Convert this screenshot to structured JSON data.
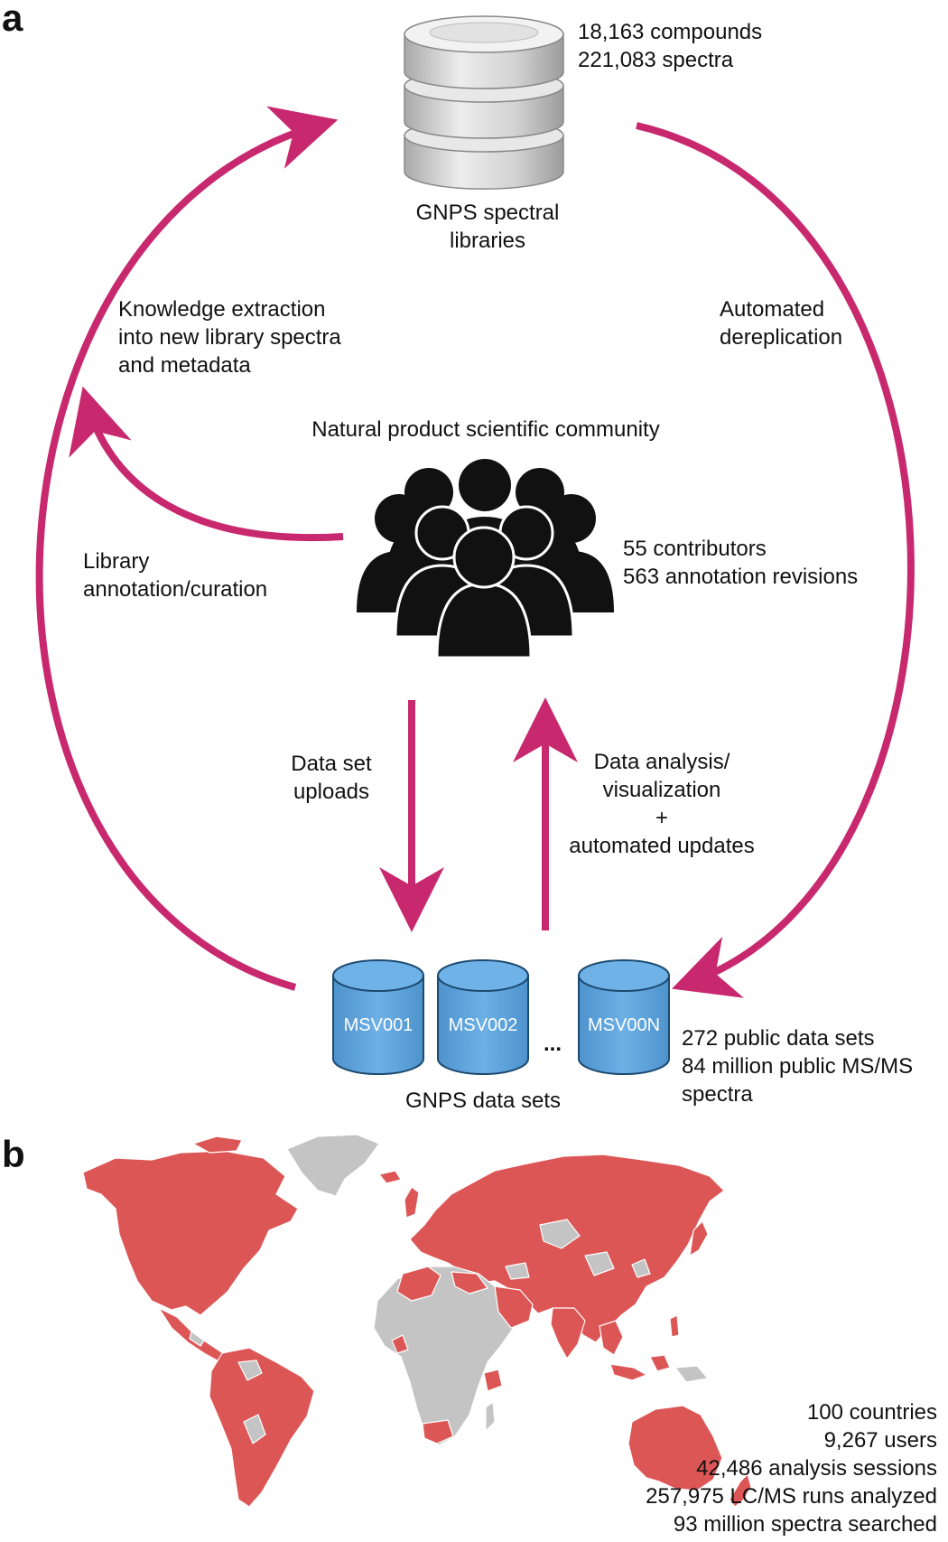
{
  "colors": {
    "arrow": "#c8286e",
    "cylinder_blue": "#5ba3dc",
    "map_active": "#dd5656",
    "map_inactive": "#c4c4c4",
    "database_gray": "#d8d8d8"
  },
  "panel_a": {
    "label": "a",
    "library": {
      "stats": [
        "18,163 compounds",
        "221,083 spectra"
      ],
      "caption": [
        "GNPS spectral",
        "libraries"
      ],
      "icon": "database-icon"
    },
    "knowledge_extraction": [
      "Knowledge extraction",
      "into new library spectra",
      "and metadata"
    ],
    "automated_dereplication": [
      "Automated",
      "dereplication"
    ],
    "community": {
      "title": "Natural product scientific community",
      "stats": [
        "55 contributors",
        "563 annotation revisions"
      ],
      "icon": "community-people-icon"
    },
    "library_annotation": [
      "Library",
      "annotation/curation"
    ],
    "data_set_uploads": [
      "Data set",
      "uploads"
    ],
    "data_analysis": [
      "Data analysis/",
      "visualization",
      "+",
      "automated updates"
    ],
    "datasets": {
      "items": [
        "MSV001",
        "MSV002",
        "MSV00N"
      ],
      "ellipsis": "...",
      "caption": "GNPS data sets",
      "stats": [
        "272 public data sets",
        "84 million public MS/MS",
        "spectra"
      ]
    }
  },
  "panel_b": {
    "label": "b",
    "map_icon": "world-map-icon",
    "stats": [
      "100 countries",
      "9,267 users",
      "42,486 analysis sessions",
      "257,975 LC/MS runs analyzed",
      "93 million spectra searched"
    ]
  }
}
